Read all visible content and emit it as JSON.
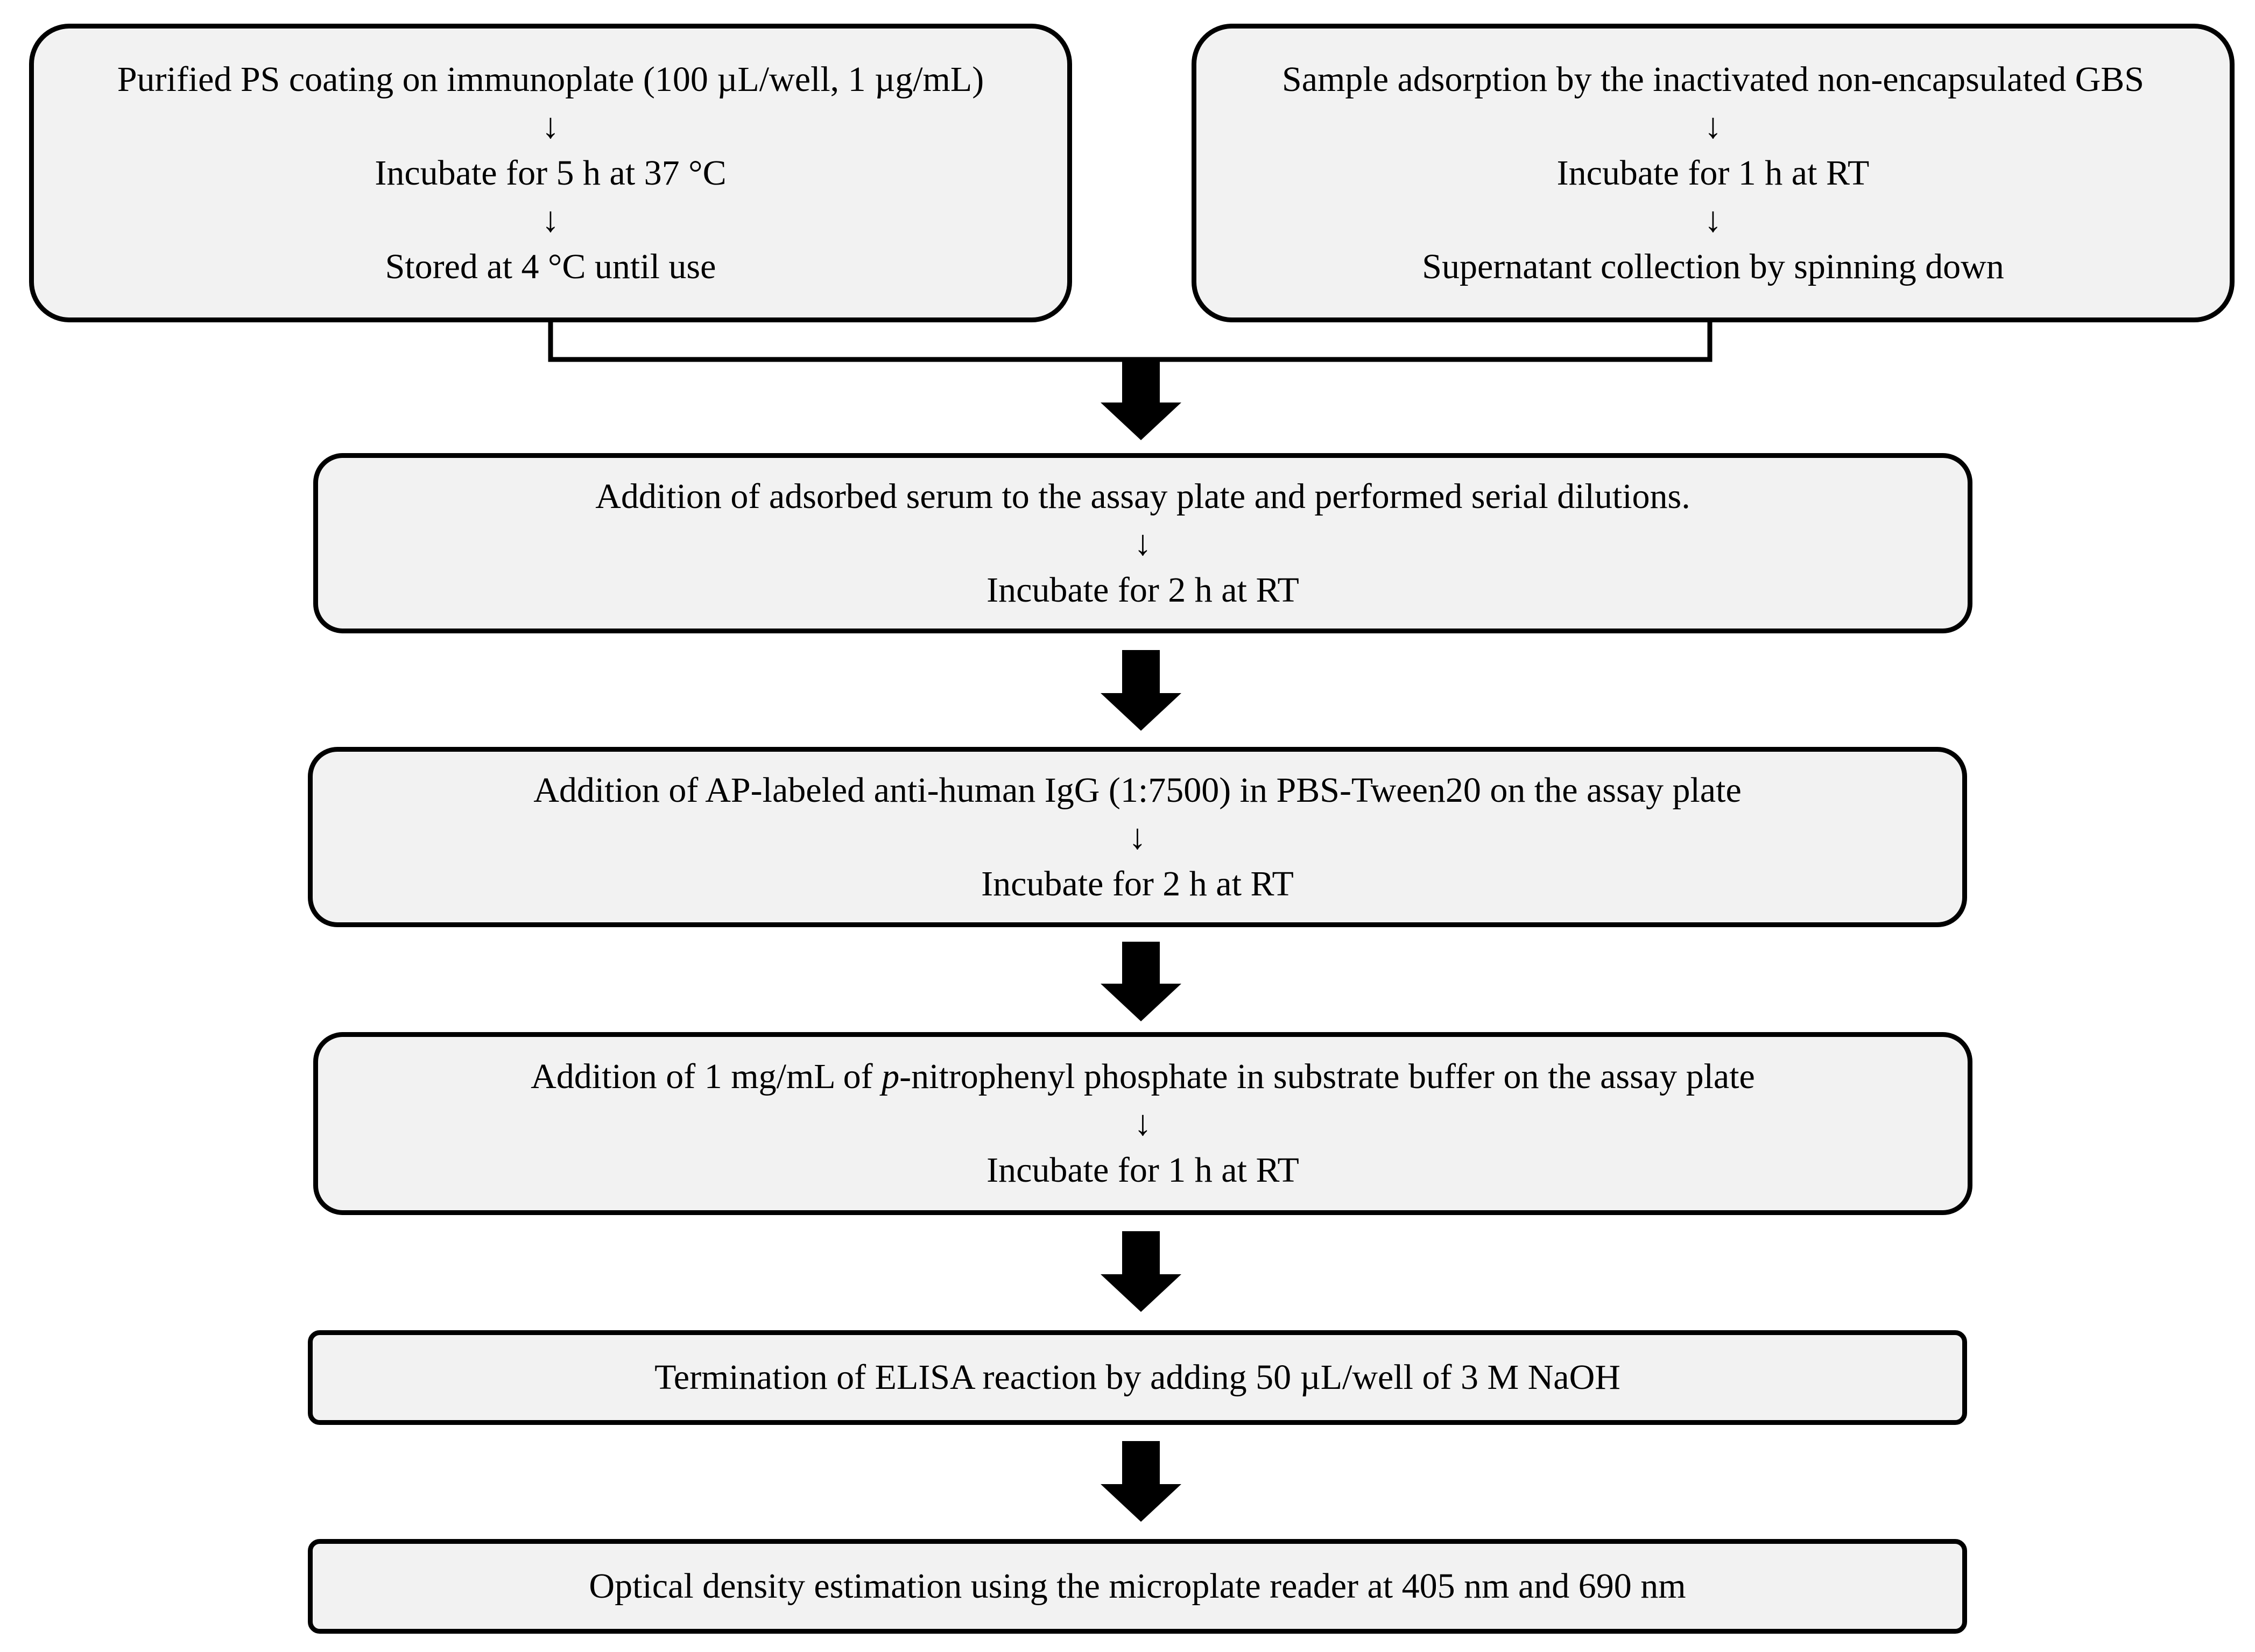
{
  "flow": {
    "arrow_glyph": "↓",
    "box1": {
      "lines": [
        "Purified PS coating on immunoplate (100 µL/well, 1 µg/mL)",
        "Incubate for 5 h at 37 °C",
        "Stored at 4 °C until use"
      ]
    },
    "box2": {
      "lines": [
        "Sample adsorption by the inactivated non-encapsulated GBS",
        "Incubate for 1 h at RT",
        "Supernatant collection by spinning down"
      ]
    },
    "box3": {
      "lines": [
        "Addition of adsorbed  serum to the assay plate and performed serial dilutions.",
        "Incubate for 2 h at RT"
      ]
    },
    "box4": {
      "lines": [
        "Addition of AP-labeled anti-human IgG (1:7500) in PBS-Tween20 on the assay plate",
        "Incubate for 2 h at RT"
      ]
    },
    "box5": {
      "line1_prefix": "Addition of 1 mg/mL of ",
      "line1_italic": "p",
      "line1_suffix": "-nitrophenyl phosphate in substrate buffer on the assay plate",
      "line2": "Incubate for 1 h at RT"
    },
    "box6": {
      "lines": [
        "Termination of  ELISA reaction by adding 50 µL/well of 3 M NaOH"
      ]
    },
    "box7": {
      "lines": [
        "Optical density estimation using the microplate reader at 405 nm and 690 nm"
      ]
    }
  },
  "colors": {
    "box_fill": "#f2f2f2",
    "stroke": "#000000"
  }
}
